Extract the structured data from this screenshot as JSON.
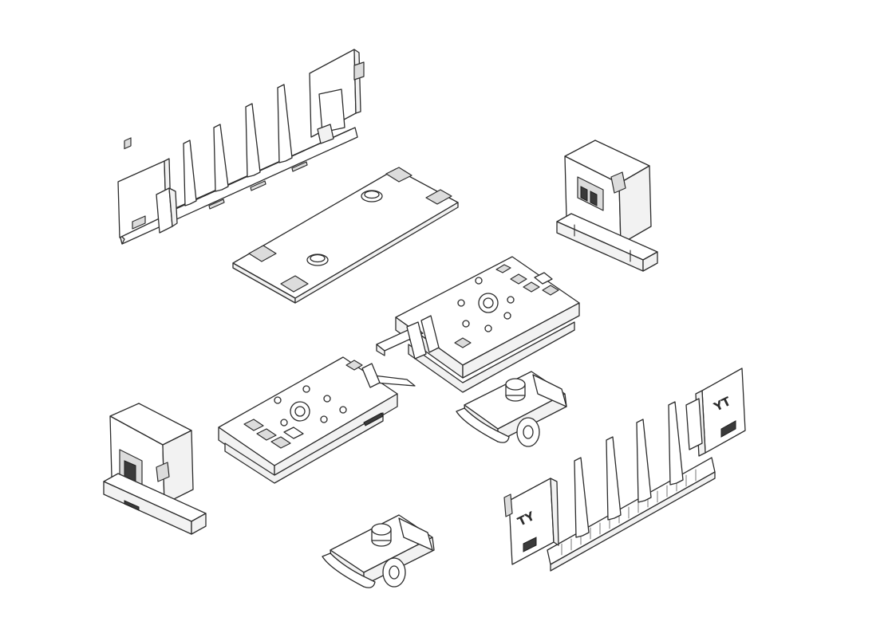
{
  "diagram": {
    "parts": [
      {
        "id": "comb-left",
        "mark": ""
      },
      {
        "id": "flat-plate",
        "mark": ""
      },
      {
        "id": "clip-block-right",
        "mark": ""
      },
      {
        "id": "carrier-upper",
        "mark": ""
      },
      {
        "id": "carrier-lower",
        "mark": ""
      },
      {
        "id": "clip-block-left",
        "mark": ""
      },
      {
        "id": "roller-upper",
        "mark": ""
      },
      {
        "id": "roller-lower",
        "mark": ""
      },
      {
        "id": "comb-right",
        "mark": "TY"
      }
    ],
    "comb_right": {
      "mark_left": "TY",
      "mark_right": "YT"
    }
  }
}
